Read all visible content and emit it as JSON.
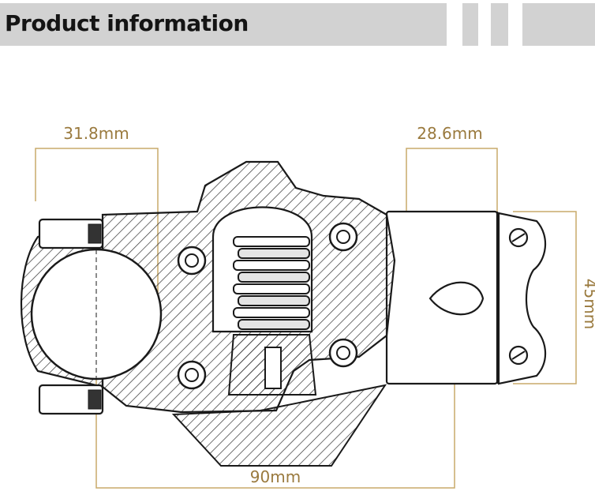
{
  "header": {
    "title": "Product information"
  },
  "dimensions": {
    "clamp_diameter": "31.8mm",
    "steerer_diameter": "28.6mm",
    "stack_height": "45mm",
    "stem_length": "90mm"
  },
  "colors": {
    "banner": "#d2d2d2",
    "dimension_text": "#9a7a3e",
    "dimension_line": "#c8aa6a",
    "outline": "#1a1a1a"
  }
}
